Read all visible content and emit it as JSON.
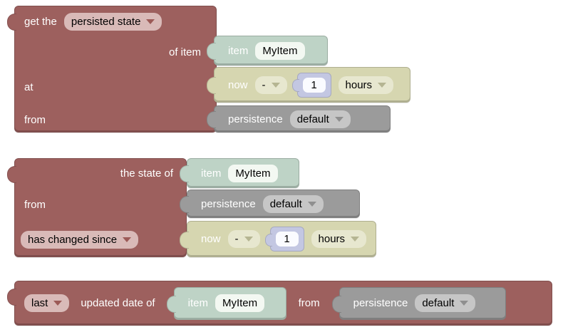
{
  "colors": {
    "block_red": "#9d605e",
    "block_teal": "#bed3c6",
    "block_olive": "#d6d6b0",
    "block_gray": "#9b9b9b",
    "block_lavender": "#c3c7e2",
    "dropdown_pink": "#d9bab8",
    "dropdown_olive": "#e7e7cf",
    "dropdown_gray": "#c6c6c6",
    "field_white": "#f3f8f2",
    "label_text": "#ffffff",
    "value_text": "#000000"
  },
  "block_get_persisted_state": {
    "prefix_label": "get the",
    "type_dropdown": "persisted state",
    "of_item_label": "of item",
    "at_label": "at",
    "from_label": "from"
  },
  "block_state_check": {
    "state_of_label": "the state of",
    "from_label": "from",
    "condition_dropdown": "has changed since"
  },
  "block_updated_date": {
    "which_dropdown": "last",
    "updated_label": "updated date of",
    "from_label": "from"
  },
  "item_block": {
    "label": "item",
    "value": "MyItem"
  },
  "datetime_block": {
    "label": "now",
    "operator": "-",
    "amount": "1",
    "unit": "hours"
  },
  "persistence_block": {
    "label": "persistence",
    "service": "default"
  }
}
